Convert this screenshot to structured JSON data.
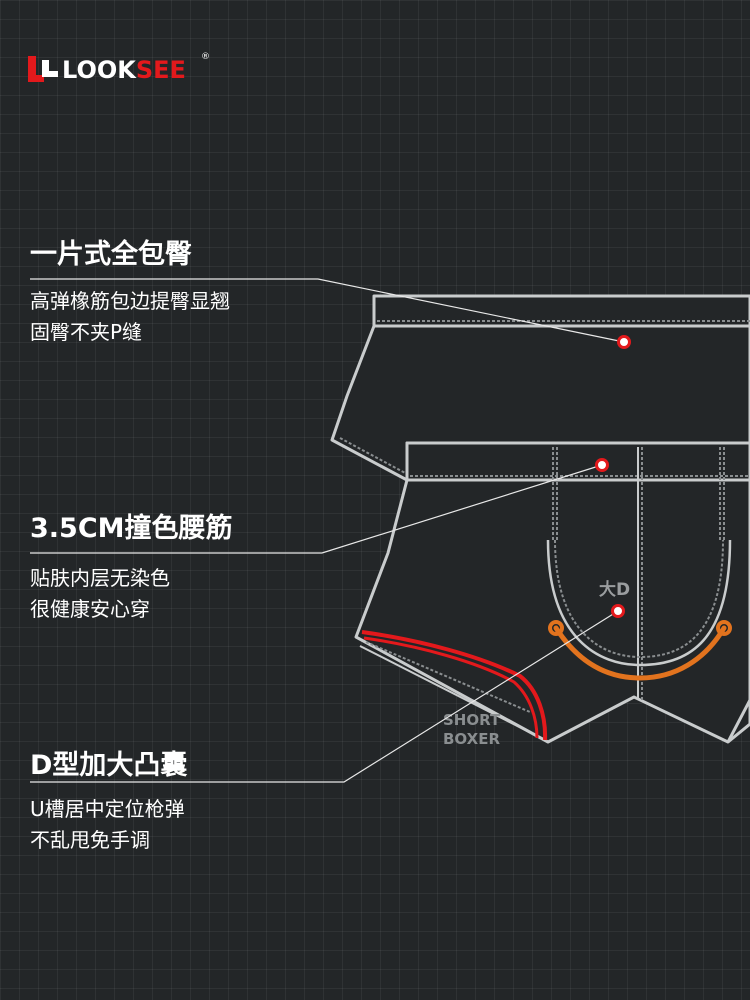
{
  "brand": {
    "logo_text_look": "LOOK",
    "logo_text_see": "SEE",
    "registered": "®",
    "colors": {
      "red": "#e3191c",
      "white": "#ffffff"
    }
  },
  "features": [
    {
      "title": "一片式全包臀",
      "lines": [
        "高弹橡筋包边提臀显翘",
        "固臀不夹P缝"
      ]
    },
    {
      "title": "3.5CM撞色腰筋",
      "lines": [
        "贴肤内层无染色",
        "很健康安心穿"
      ]
    },
    {
      "title": "D型加大凸囊",
      "lines": [
        "U槽居中定位枪弹",
        "不乱甩免手调"
      ]
    }
  ],
  "diagram": {
    "pouch_label": "大D",
    "style_label_line1": "SHORT",
    "style_label_line2": "BOXER",
    "colors": {
      "outline": "#c9cccd",
      "stitch": "#8a8e90",
      "garment": "#232628",
      "pouch_curve": "#e2731e",
      "trim": "#e3191c",
      "marker": "#e3191c"
    }
  }
}
